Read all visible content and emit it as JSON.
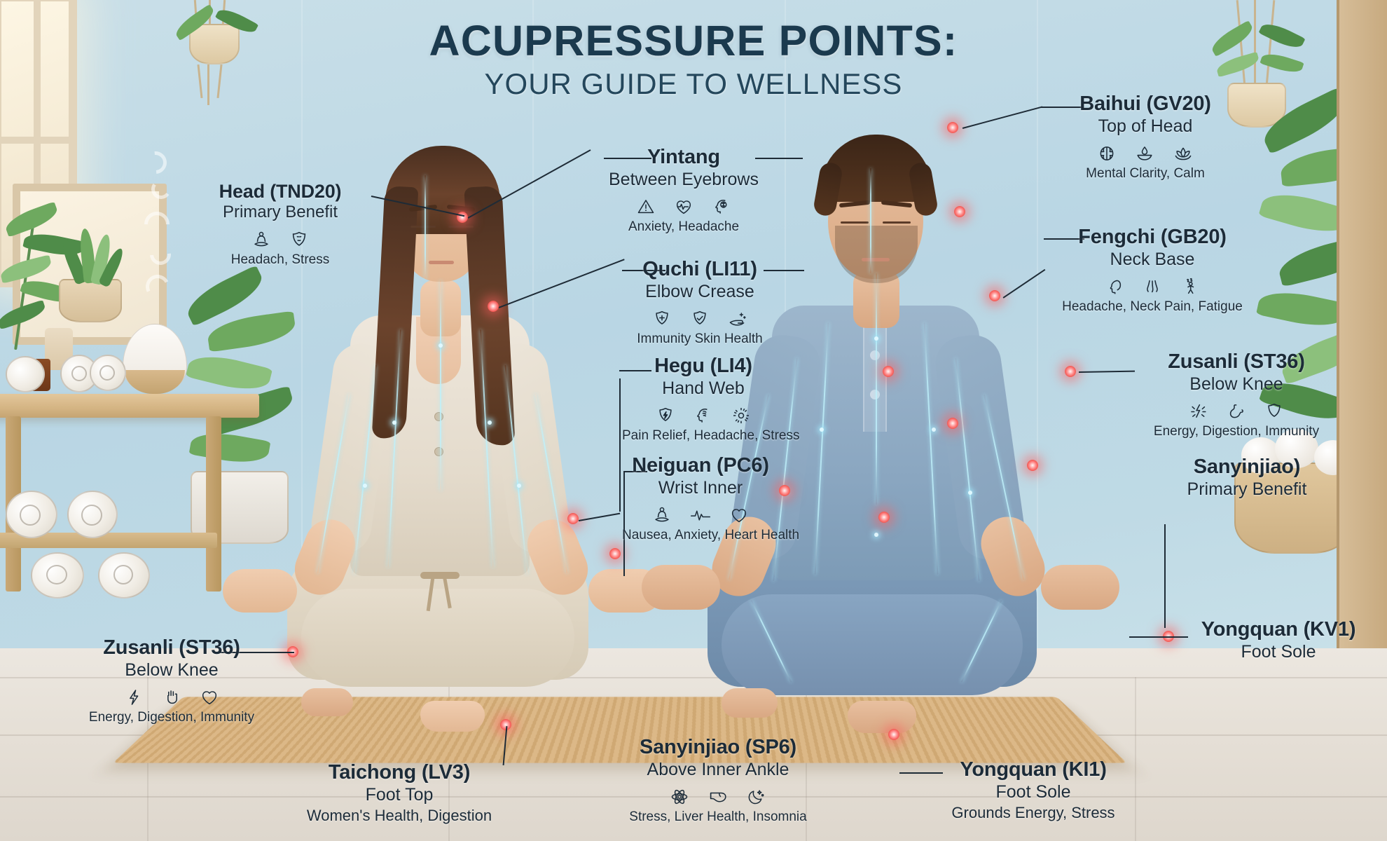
{
  "title": {
    "main": "ACUPRESSURE POINTS:",
    "sub": "YOUR GUIDE TO WELLNESS"
  },
  "colors": {
    "title": "#1b3a4e",
    "label_text": "#1c2b38",
    "acupoint": "#f2554f",
    "meridian": "#bef0fa",
    "wall": "#bfdae5",
    "mat": "#d2ab78"
  },
  "points": [
    {
      "id": "head-tnd20",
      "title": "Head (TND20)",
      "location": "Primary Benefit",
      "benefits": "Headach,  Stress",
      "icons": [
        "meditation-person-icon",
        "shield-stress-icon"
      ]
    },
    {
      "id": "yintang",
      "title": "Yintang",
      "location": "Between Eyebrows",
      "benefits": "Anxiety,    Headache",
      "icons": [
        "warning-triangle-icon",
        "heart-pulse-icon",
        "head-brain-icon"
      ]
    },
    {
      "id": "quchi-li11",
      "title": "Quchi (LI11)",
      "location": "Elbow Crease",
      "benefits": "Immunity     Skin Health",
      "icons": [
        "shield-plus-icon",
        "shield-check-icon",
        "hand-sparkle-icon"
      ]
    },
    {
      "id": "hegu-li4",
      "title": "Hegu (LI4)",
      "location": "Hand Web",
      "benefits": "Pain Relief, Headache, Stress",
      "icons": [
        "shield-bolt-icon",
        "head-profile-icon",
        "gear-icon"
      ]
    },
    {
      "id": "neiguan-pc6",
      "title": "Neiguan (PC6)",
      "location": "Wrist Inner",
      "benefits": "Nausea,  Anxiety,  Heart Health",
      "icons": [
        "meditation-person-icon",
        "pulse-line-icon",
        "heart-icon"
      ]
    },
    {
      "id": "baihui-gv20",
      "title": "Baihui (GV20)",
      "location": "Top of Head",
      "benefits": "Mental Clarity,  Calm",
      "icons": [
        "brain-icon",
        "oil-lamp-icon",
        "lotus-icon"
      ]
    },
    {
      "id": "fengchi-gb20",
      "title": "Fengchi (GB20)",
      "location": "Neck Base",
      "benefits": "Headache, Neck Pain, Fatigue",
      "icons": [
        "head-profile-icon",
        "neck-muscle-icon",
        "fatigue-person-icon"
      ]
    },
    {
      "id": "zusanli-st36-right",
      "title": "Zusanli (ST36)",
      "location": "Below Knee",
      "benefits": "Energy, Digestion, Immunity",
      "icons": [
        "energy-burst-icon",
        "stomach-icon",
        "shield-icon"
      ]
    },
    {
      "id": "sanyinjiao-right",
      "title": "Sanyinjiao)",
      "location": "Primary Benefit",
      "benefits": "",
      "icons": []
    },
    {
      "id": "yongquan-kv1",
      "title": "Yongquan (KV1)",
      "location": "Foot Sole",
      "benefits": "",
      "icons": []
    },
    {
      "id": "zusanli-st36-left",
      "title": "Zusanli (ST36)",
      "location": "Below Knee",
      "benefits": "Energy, Digestion, Immunity",
      "icons": [
        "bolt-icon",
        "stomach-hand-icon",
        "heart-icon"
      ]
    },
    {
      "id": "taichong-lv3",
      "title": "Taichong (LV3)",
      "location": "Foot Top",
      "benefits": "Women's Health, Digestion",
      "icons": []
    },
    {
      "id": "sanyinjiao-sp6",
      "title": "Sanyinjiao (SP6)",
      "location": "Above Inner Ankle",
      "benefits": "Stress, Liver Health, Insomnia",
      "icons": [
        "atom-icon",
        "liver-icon",
        "moon-stars-icon"
      ]
    },
    {
      "id": "yongquan-ki1",
      "title": "Yongquan (KI1)",
      "location": "Foot Sole",
      "benefits": "Grounds Energy, Stress",
      "icons": []
    }
  ]
}
